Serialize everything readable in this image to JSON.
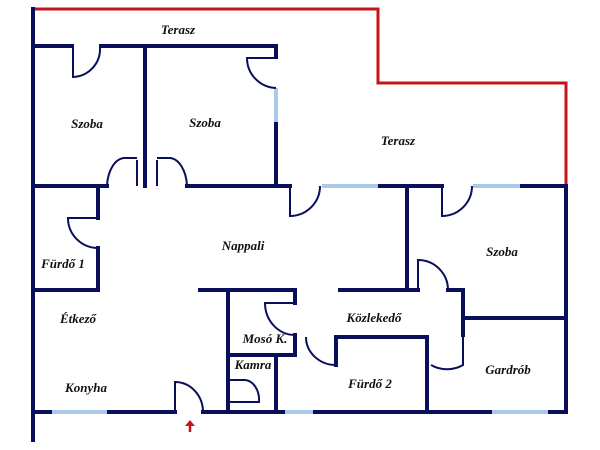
{
  "rooms": {
    "terasz_top": "Terasz",
    "terasz_right": "Terasz",
    "szoba_1": "Szoba",
    "szoba_2": "Szoba",
    "szoba_3": "Szoba",
    "nappali": "Nappali",
    "furdo_1": "Fürdő 1",
    "etkezo": "Étkező",
    "konyha": "Konyha",
    "moso": "Mosó K.",
    "kamra": "Kamra",
    "kozlekedo": "Közlekedő",
    "furdo_2": "Fürdő 2",
    "gardrob": "Gardrób"
  },
  "colors": {
    "wall": "#0a0f5c",
    "window": "#a9c9e8",
    "terrace_border": "#c4141a",
    "entrance_arrow": "#c4141a"
  }
}
